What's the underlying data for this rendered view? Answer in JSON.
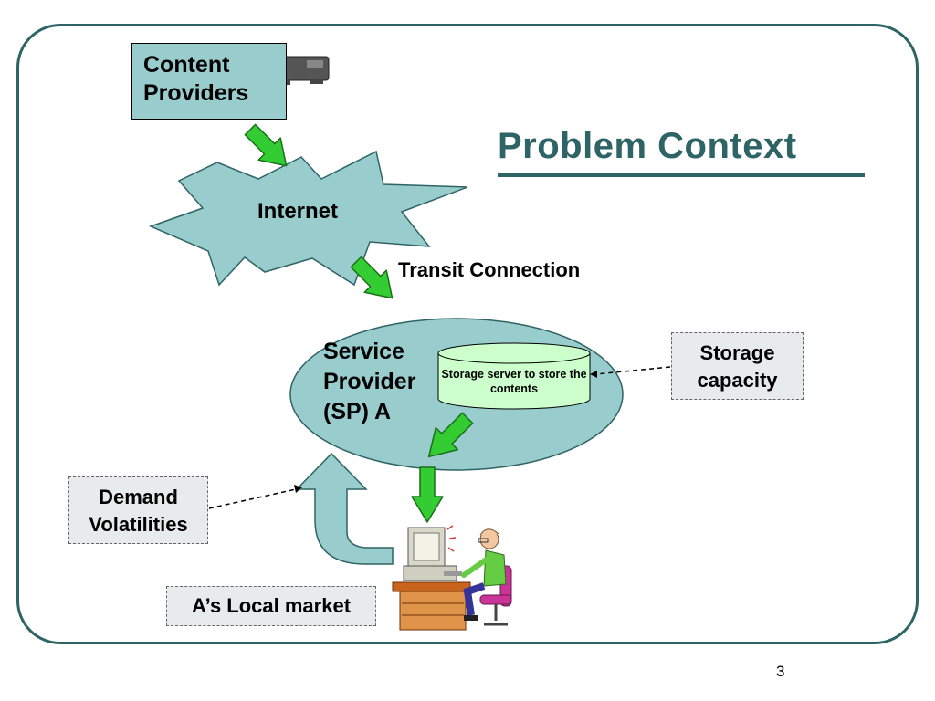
{
  "slide": {
    "title": "Problem Context",
    "page_number": "3"
  },
  "nodes": {
    "content_providers": "Content\nProviders",
    "internet": "Internet",
    "transit_connection": "Transit Connection",
    "service_provider": "Service\nProvider\n(SP) A",
    "storage_server": "Storage server to store the contents",
    "storage_capacity": "Storage\ncapacity",
    "demand_volatilities": "Demand\nVolatilities",
    "local_market": "A’s Local market"
  },
  "icons": [
    "video-camera-icon",
    "user-at-computer-icon"
  ],
  "colors": {
    "accent": "#2f6466",
    "box_fill": "#99cccc",
    "arrow_fill": "#33cc33",
    "label_box_fill": "#e8ebeb"
  }
}
